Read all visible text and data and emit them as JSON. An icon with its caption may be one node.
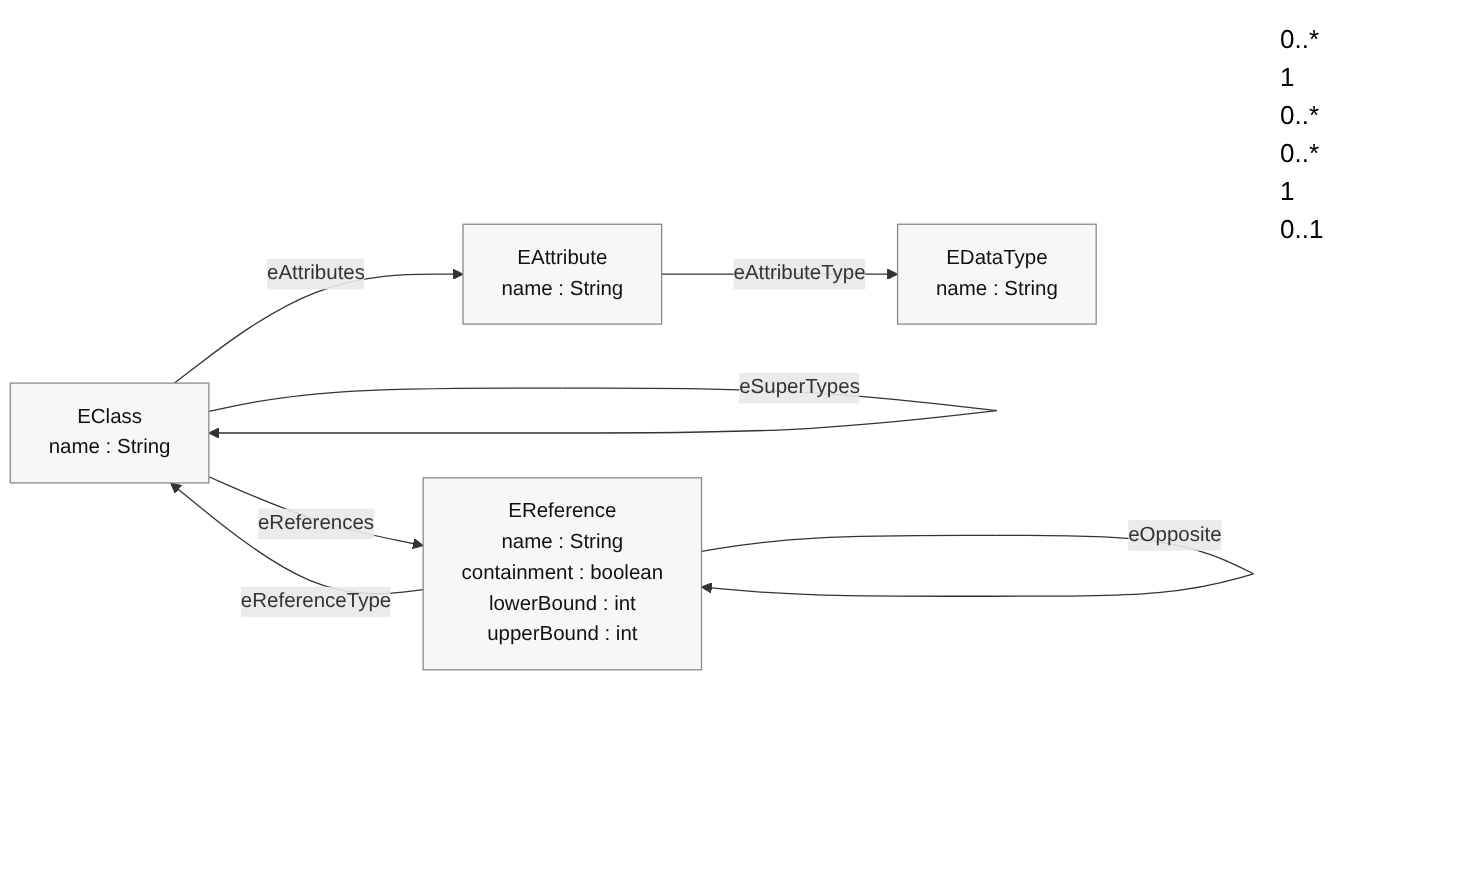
{
  "diagram": {
    "nodes": [
      {
        "text": [
          "EClass",
          "name : String"
        ]
      },
      {
        "text": [
          "EAttribute",
          "name : String"
        ]
      },
      {
        "text": [
          "EDataType",
          "name : String"
        ]
      },
      {
        "text": [
          "EReference",
          "name : String",
          "containment : boolean",
          "lowerBound : int",
          "upperBound : int"
        ]
      }
    ],
    "edges": [
      {
        "from": 0,
        "to": 0,
        "arrow": "to",
        "label": "eSuperTypes"
      },
      {
        "from": 0,
        "to": 1,
        "arrow": "to",
        "label": "eAttributes"
      },
      {
        "from": 1,
        "to": 2,
        "arrow": "to",
        "label": "eAttributeType"
      },
      {
        "from": 0,
        "to": 3,
        "arrow": "to",
        "label": "eReferences"
      },
      {
        "from": 3,
        "to": 0,
        "arrow": "to",
        "label": "eReferenceType"
      },
      {
        "from": 3,
        "to": 3,
        "arrow": "to",
        "label": "eOpposite"
      }
    ],
    "labels": [
      "0..*",
      "1",
      "0..*",
      "0..*",
      "1",
      "0..1"
    ]
  }
}
